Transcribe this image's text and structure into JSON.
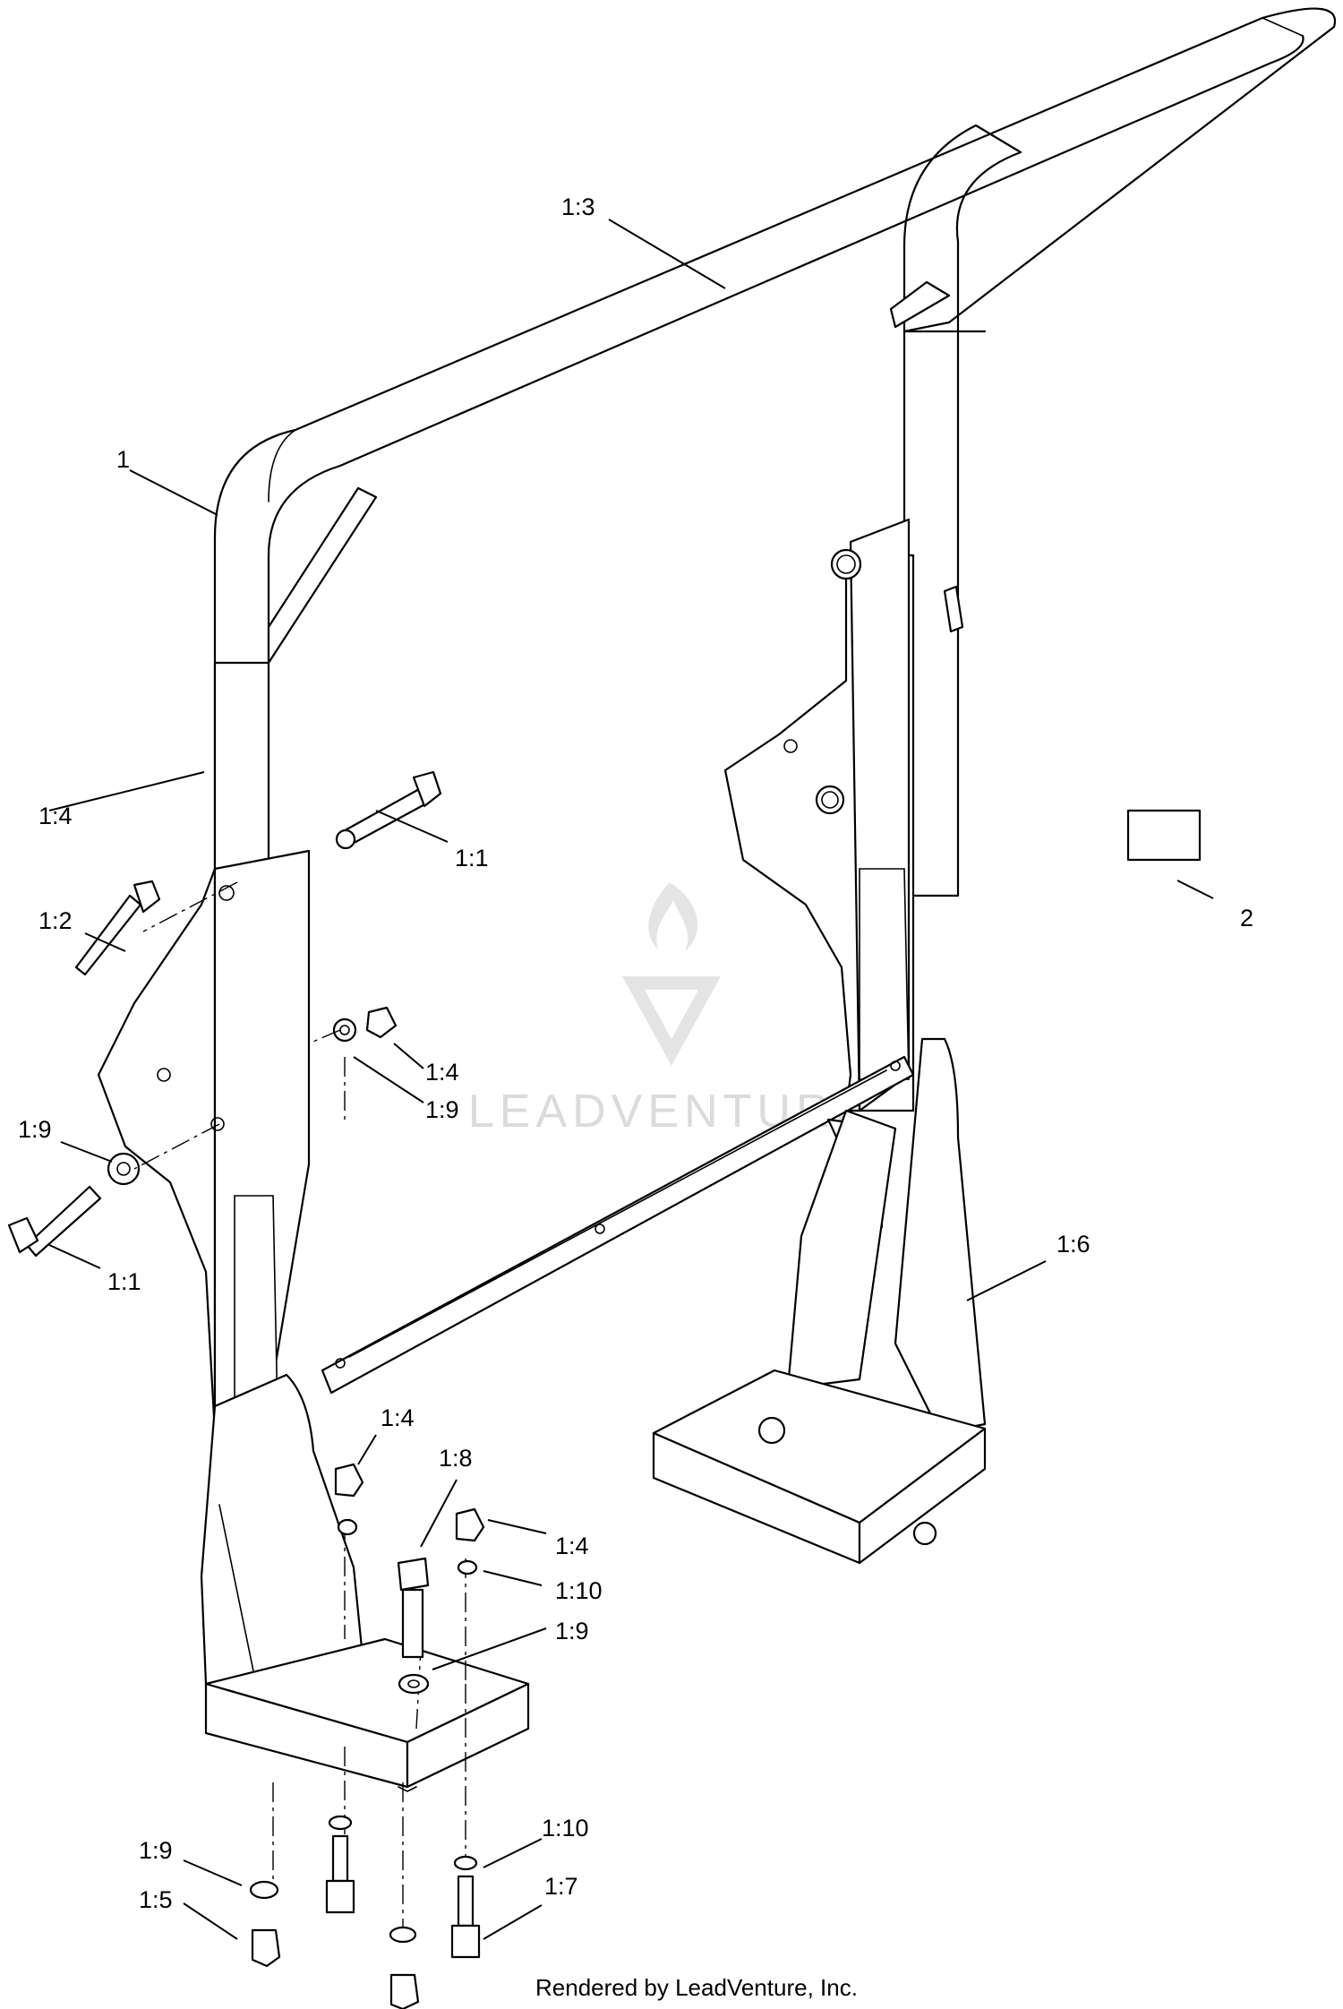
{
  "callouts": [
    {
      "id": "c1",
      "text": "1"
    },
    {
      "id": "c13",
      "text": "1:3"
    },
    {
      "id": "c14a",
      "text": "1:4"
    },
    {
      "id": "c11a",
      "text": "1:1"
    },
    {
      "id": "c12",
      "text": "1:2"
    },
    {
      "id": "c2",
      "text": "2"
    },
    {
      "id": "c14b",
      "text": "1:4"
    },
    {
      "id": "c19a",
      "text": "1:9"
    },
    {
      "id": "c19b",
      "text": "1:9"
    },
    {
      "id": "c11b",
      "text": "1:1"
    },
    {
      "id": "c16",
      "text": "1:6"
    },
    {
      "id": "c14c",
      "text": "1:4"
    },
    {
      "id": "c18",
      "text": "1:8"
    },
    {
      "id": "c14d",
      "text": "1:4"
    },
    {
      "id": "c110a",
      "text": "1:10"
    },
    {
      "id": "c19c",
      "text": "1:9"
    },
    {
      "id": "c110b",
      "text": "1:10"
    },
    {
      "id": "c19d",
      "text": "1:9"
    },
    {
      "id": "c15",
      "text": "1:5"
    },
    {
      "id": "c17",
      "text": "1:7"
    }
  ],
  "watermark": {
    "text": "LEADVENTURE"
  },
  "footer": {
    "credit": "Rendered by LeadVenture, Inc."
  }
}
